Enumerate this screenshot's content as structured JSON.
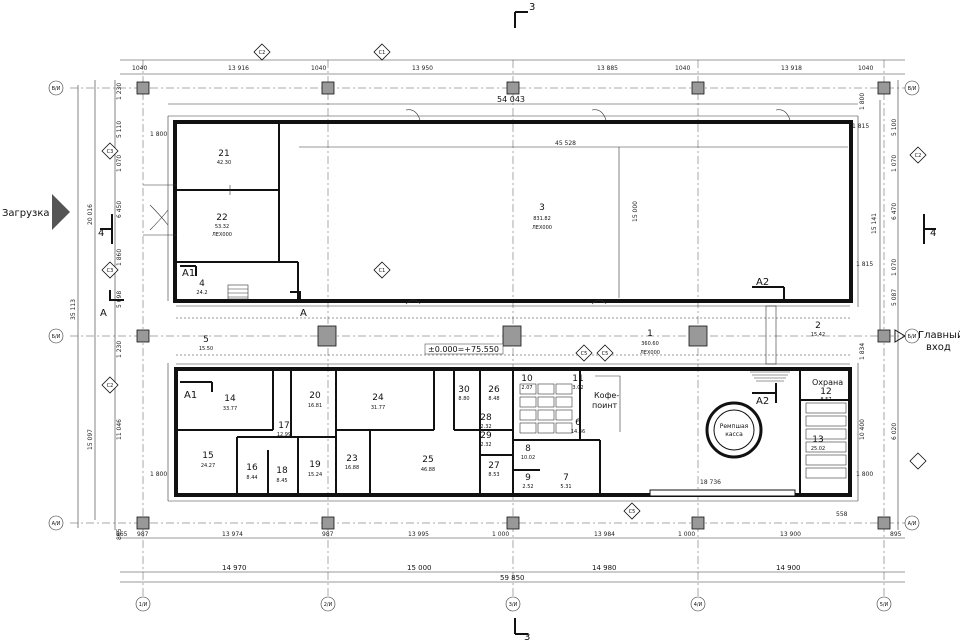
{
  "section_marks": {
    "top": "3",
    "bottom": "3",
    "left": "4",
    "right": "4"
  },
  "labels": {
    "zagruzka": "Загрузка",
    "main_entrance_1": "Главный",
    "main_entrance_2": "вход",
    "elevation": "±0.000=+75.550",
    "a": "A",
    "a1": "A1",
    "a2": "A2"
  },
  "top_dims": {
    "row1": [
      "1040",
      "13 916",
      "1040",
      "13 950",
      "13 885",
      "1040",
      "13 918",
      "1040"
    ],
    "overall": "54 043"
  },
  "bottom_dims": {
    "row1": [
      "865",
      "987",
      "13 974",
      "987",
      "13 995",
      "1 000",
      "13 984",
      "1 000",
      "13 900",
      "558",
      "895"
    ],
    "row2": [
      "14 970",
      "15 000",
      "14 980",
      "14 900"
    ],
    "overall": "59 850"
  },
  "left_dims": [
    "1 230",
    "5 110",
    "1 070",
    "6 450",
    "1 860",
    "5 098",
    "1 230",
    "11 046",
    "865"
  ],
  "left_overall": [
    "20 016",
    "35 113",
    "15 097"
  ],
  "right_dims": [
    "1 800",
    "5 100",
    "1 070",
    "6 470",
    "1 070",
    "5 087",
    "1 834",
    "10 400",
    "6 020"
  ],
  "right_overall": [
    "15 141",
    "1 815"
  ],
  "axis_bubbles": {
    "columns": [
      "1/И",
      "2/И",
      "3/И",
      "4/И",
      "5/И"
    ],
    "rows_left": [
      "В/И",
      "Б/И",
      "А/И"
    ],
    "rows_right": [
      "В/И",
      "Б/И",
      "А/И"
    ]
  },
  "cuts": [
    "С2",
    "С1",
    "С3",
    "С3",
    "С1",
    "С2",
    "С5",
    "С5",
    "С5",
    "С2"
  ],
  "rooms": [
    {
      "num": "1",
      "area": "360.60",
      "tag": "ЛЕХ000"
    },
    {
      "num": "2",
      "area": "15.42"
    },
    {
      "num": "3",
      "area": "831.82",
      "tag": "ЛЕХ000"
    },
    {
      "num": "4",
      "area": "24.2"
    },
    {
      "num": "5",
      "area": "15.50"
    },
    {
      "num": "6",
      "area": "14.36"
    },
    {
      "num": "7",
      "area": "5.31"
    },
    {
      "num": "8",
      "area": "10.02"
    },
    {
      "num": "9",
      "area": "2.52"
    },
    {
      "num": "10",
      "area": "2.07"
    },
    {
      "num": "11",
      "area": "3.02"
    },
    {
      "num": "12",
      "area": "8.57",
      "name": "Охрана"
    },
    {
      "num": "13",
      "area": "25.02"
    },
    {
      "num": "14",
      "area": "33.77"
    },
    {
      "num": "15",
      "area": "24.27"
    },
    {
      "num": "16",
      "area": "8.44"
    },
    {
      "num": "17",
      "area": "12.99"
    },
    {
      "num": "18",
      "area": "8.45"
    },
    {
      "num": "19",
      "area": "15.24"
    },
    {
      "num": "20",
      "area": "16.81"
    },
    {
      "num": "21",
      "area": "42.30"
    },
    {
      "num": "22",
      "area": "53.32",
      "tag": "ЛЕХ000"
    },
    {
      "num": "23",
      "area": "16.88"
    },
    {
      "num": "24",
      "area": "31.77"
    },
    {
      "num": "25",
      "area": "46.88"
    },
    {
      "num": "26",
      "area": "8.48"
    },
    {
      "num": "27",
      "area": "8.53"
    },
    {
      "num": "28",
      "area": "2.32"
    },
    {
      "num": "29",
      "area": "2.32"
    },
    {
      "num": "30",
      "area": "8.80"
    }
  ],
  "texts": {
    "coffee_1": "Кофе-",
    "coffee_2": "поинт",
    "cash_1": "Ремпшая",
    "cash_2": "касса",
    "inner_45": "45 528",
    "inner_15": "15 000",
    "dim_1800": "1 800",
    "dim_1815": "1 815",
    "dim_18716": "18 736"
  }
}
